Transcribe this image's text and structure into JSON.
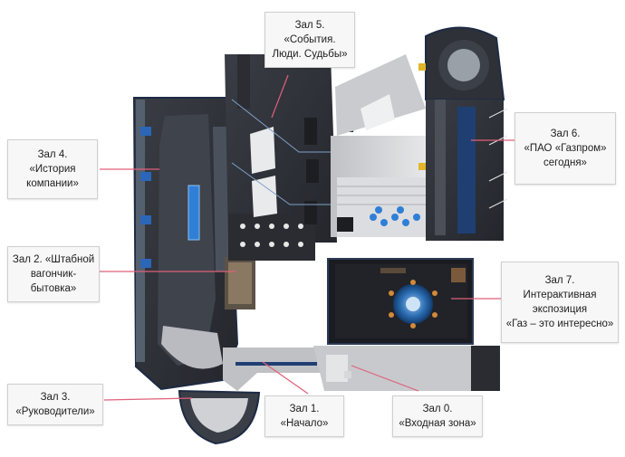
{
  "halls": [
    {
      "id": "hall-5",
      "lines": [
        "Зал 5.",
        "«События.",
        "Люди. Судьбы»"
      ]
    },
    {
      "id": "hall-4",
      "lines": [
        "Зал 4.",
        "«История",
        "компании»"
      ]
    },
    {
      "id": "hall-6",
      "lines": [
        "Зал 6.",
        "«ПАО «Газпром»",
        "сегодня»"
      ]
    },
    {
      "id": "hall-2",
      "lines": [
        "Зал 2. «Штабной",
        "вагончик-",
        "бытовка»"
      ]
    },
    {
      "id": "hall-7",
      "lines": [
        "Зал 7.",
        "Интерактивная",
        "экспозиция",
        "«Газ – это интересно»"
      ]
    },
    {
      "id": "hall-3",
      "lines": [
        "Зал 3.",
        "«Руководители»"
      ]
    },
    {
      "id": "hall-1",
      "lines": [
        "Зал 1.",
        "«Начало»"
      ]
    },
    {
      "id": "hall-0",
      "lines": [
        "Зал 0.",
        "«Входная зона»"
      ]
    }
  ],
  "colors": {
    "floor_dark": "#2c2f36",
    "floor_light": "#d9dadc",
    "wall_blue": "#1f3f73",
    "leader_line": "#e0607a",
    "label_bg": "#f7f7f7"
  }
}
